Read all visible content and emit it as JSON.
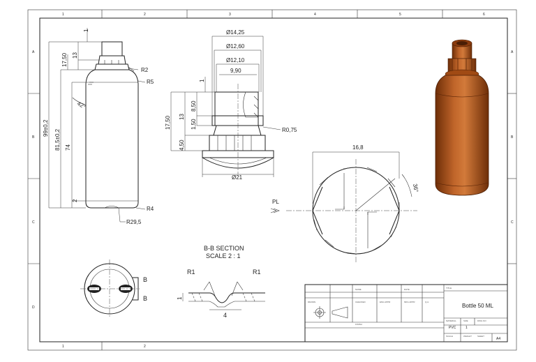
{
  "zones": {
    "columns": [
      "1",
      "2",
      "3",
      "4",
      "5",
      "6"
    ],
    "rows": [
      "A",
      "B",
      "C",
      "D"
    ]
  },
  "front_view": {
    "dims": {
      "top": "1",
      "neck_a": "13",
      "neck_b": "17,50",
      "overall": "99±0,2",
      "shoulder": "81,5±0,2",
      "body": "74",
      "base": "2",
      "angle": "42°"
    },
    "radii": {
      "r2": "R2",
      "r5": "R5",
      "r4": "R4",
      "r29": "R29,5"
    }
  },
  "neck_detail": {
    "dims": {
      "d1": "Ø14,25",
      "d2": "Ø12,60",
      "d3": "Ø12,10",
      "w": "9,90",
      "h1": "1",
      "h2": "8,50",
      "h3": "13",
      "h4": "17,50",
      "h5": "1,50",
      "h6": "4,50",
      "r075": "R0,75",
      "d21": "Ø21"
    }
  },
  "top_view": {
    "dims": {
      "w": "16,8",
      "angle": "36°"
    },
    "pl": "PL"
  },
  "bottom_view": {
    "labels": [
      "B",
      "B"
    ]
  },
  "section": {
    "title": "B-B SECTION",
    "scale": "SCALE 2 : 1",
    "labels": {
      "r1a": "R1",
      "r1b": "R1",
      "w": "4",
      "h": "1"
    }
  },
  "title_block": {
    "part_name": "Bottle 50 ML",
    "material": "PVC",
    "sheet_size": "A4",
    "scale_value": "1",
    "small": [
      "DRAWN",
      "CHECKED",
      "ENG APPR",
      "MFG APPR",
      "Q.A.",
      "NAME",
      "DATE",
      "MATERIAL",
      "DWG NO",
      "SCALE",
      "SHEET",
      "WEIGHT",
      "FINISH",
      "TITLE",
      "SIZE",
      "REV"
    ]
  },
  "colors": {
    "render_body": "#a04a14",
    "render_dark": "#6e2e08",
    "render_light": "#d27a3a",
    "line": "#222222"
  }
}
